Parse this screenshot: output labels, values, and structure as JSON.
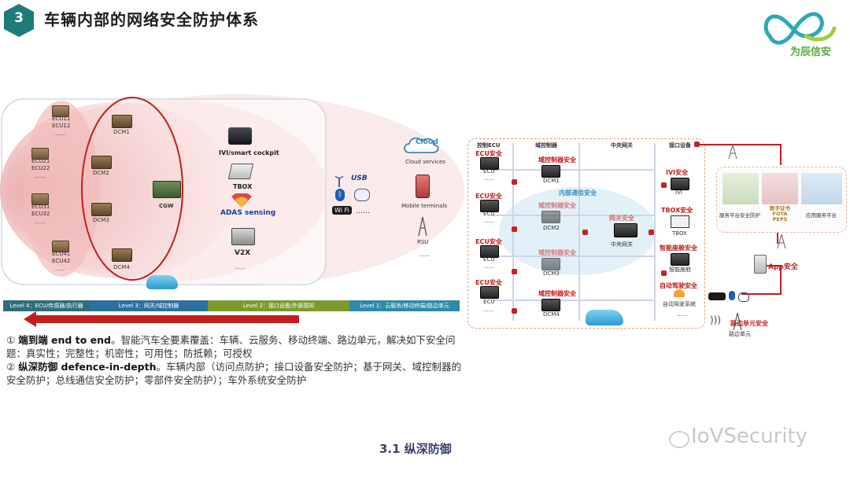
{
  "header": {
    "section_number": "3",
    "title": "车辆内部的网络安全防护体系"
  },
  "brand": {
    "name": "为辰信安"
  },
  "left_figure": {
    "ecu_labels": [
      "ECU11",
      "ECU12",
      "ECU21",
      "ECU22",
      "ECU31",
      "ECU32",
      "ECU41",
      "ECU42"
    ],
    "ellipsis": "……",
    "dcm_labels": [
      "DCM1",
      "DCM2",
      "DCM3",
      "DCM4"
    ],
    "cgw_label": "CGW",
    "interfaces": {
      "ivi": "IVI/smart cockpit",
      "tbox": "TBOX",
      "adas": "ADAS sensing",
      "v2x": "V2X",
      "more": "……"
    },
    "external": {
      "cloud_word": "Cloud",
      "cloud_services": "Cloud services",
      "usb": "USB",
      "wifi": "Wi Fi",
      "ellipsis": "……",
      "mobile": "Mobile terminals",
      "rsu": "RSU",
      "more": "……"
    },
    "levels": [
      "Level 4：ECU/传感器/执行器",
      "Level 3：网关/域控制器",
      "Level 2：接口设备/外部感知",
      "Level 1：云服务/移动终端/路边单元"
    ]
  },
  "right_figure": {
    "columns": [
      "控制ECU",
      "域控制器",
      "中央网关",
      "接口设备"
    ],
    "ecu_security": "ECU安全",
    "ecu": "ECU",
    "ellipsis": "……",
    "domain_security": "域控制器安全",
    "dcm": [
      "DCM1",
      "DCM2",
      "DCM3",
      "DCM4"
    ],
    "bus_security": "内部通信安全",
    "gateway_security": "网关安全",
    "central_gateway": "中央网关",
    "ivi_security": "IVI安全",
    "ivi": "IVI",
    "tbox_security": "TBOX安全",
    "tbox": "TBOX",
    "cockpit_security": "智能座舱安全",
    "cockpit": "智能座舱",
    "adas_security": "自动驾驶安全",
    "adas": "自动驾驶系统",
    "iface_more": "……",
    "cloud_platform": "服务平台安全防护",
    "cert_lines": [
      "数字证书",
      "FOTA",
      "PEPS"
    ],
    "app_platform": "应用服务平台",
    "app_security": "App安全",
    "rsu_security": "路边单元安全",
    "rsu": "路边单元"
  },
  "text": {
    "p1_num": "①",
    "p1_bold": "端到端 end to end",
    "p1_rest": "。智能汽车全要素覆盖：车辆、云服务、移动终端、路边单元，解决如下安全问题：真实性；完整性；机密性；可用性；防抵赖；可授权",
    "p2_num": "②",
    "p2_bold": "纵深防御 defence-in-depth",
    "p2_rest": "。车辆内部（访问点防护；接口设备安全防护；基于网关、域控制器的安全防护；总线通信安全防护；零部件安全防护）；车外系统安全防护"
  },
  "caption": "3.1 纵深防御",
  "watermark": "IoVSecurity",
  "colors": {
    "accent_teal": "#1f7d79",
    "brand_green": "#5aaa3c",
    "red": "#c41e1e",
    "level4": "#2f6d7b",
    "level3": "#2f6fa0",
    "level2": "#7c9a2e",
    "level1": "#2f8aa8"
  }
}
